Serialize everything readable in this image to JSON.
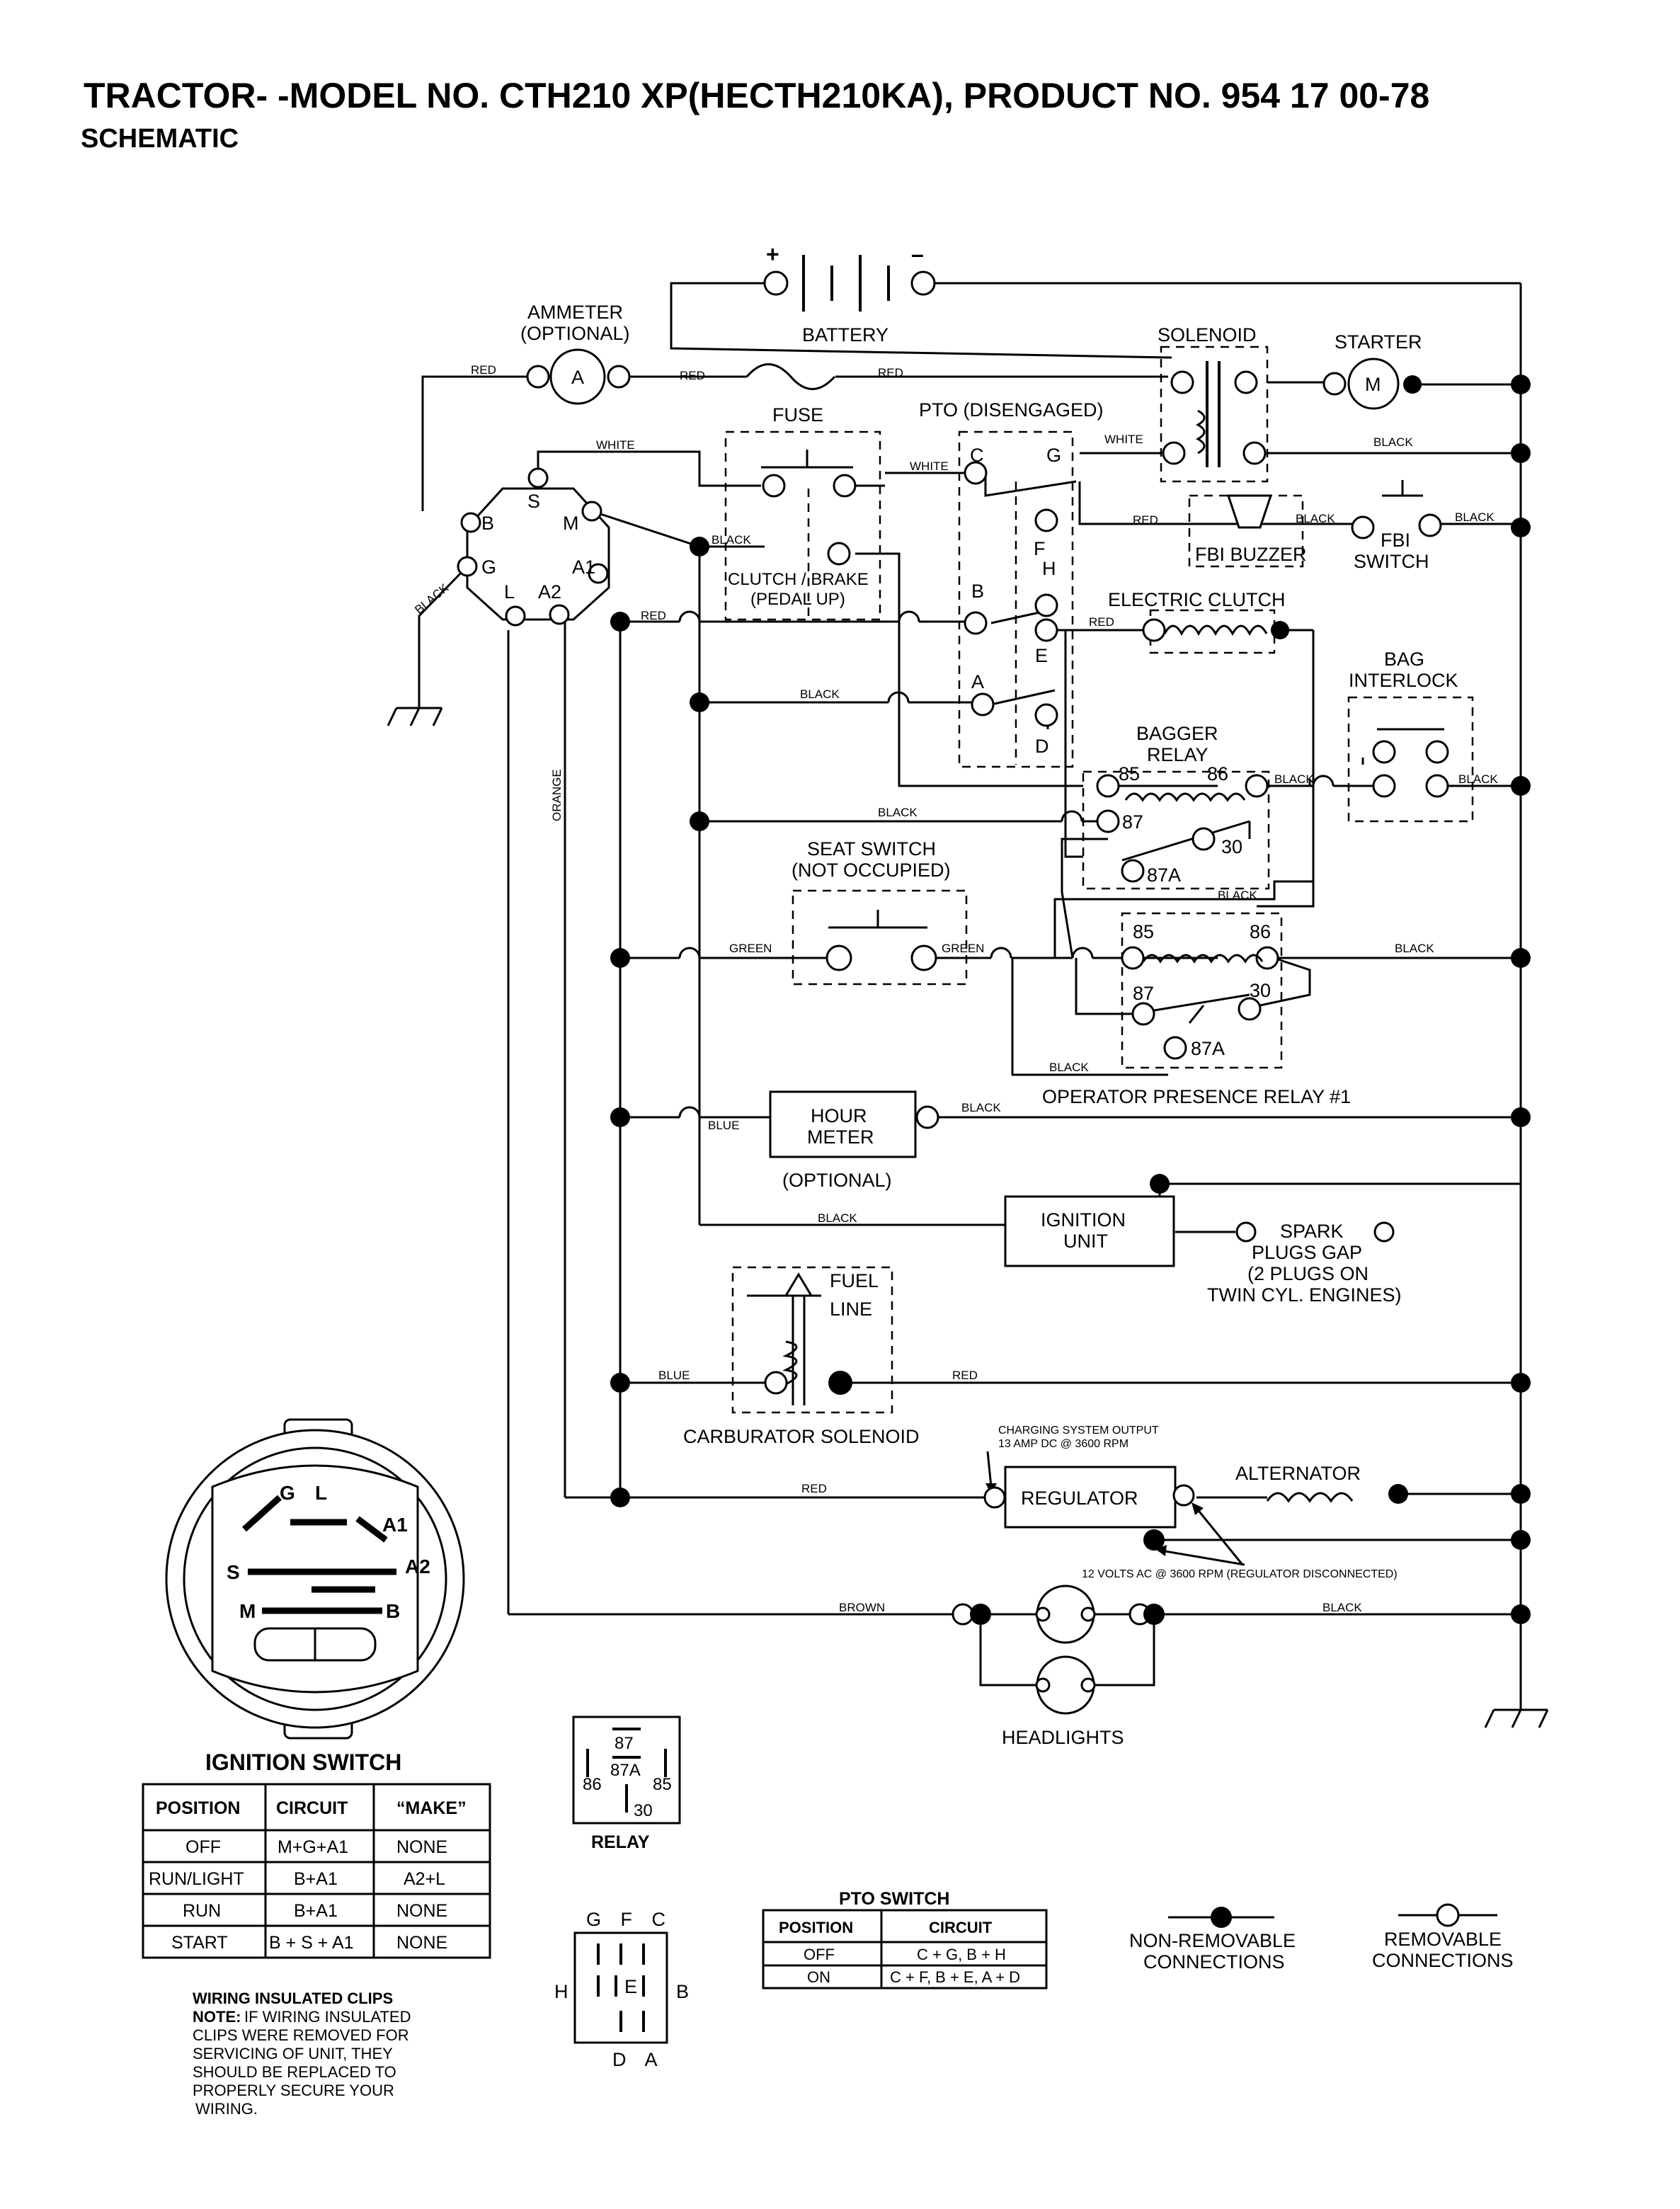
{
  "title": "TRACTOR- -MODEL NO. CTH210 XP(HECTH210KA), PRODUCT NO. 954 17 00-78",
  "subtitle": "SCHEMATIC",
  "components": {
    "battery": "BATTERY",
    "battery_plus": "+",
    "battery_minus": "–",
    "ammeter_1": "AMMETER",
    "ammeter_2": "(OPTIONAL)",
    "ammeter_symbol": "A",
    "fuse": "FUSE",
    "solenoid": "SOLENOID",
    "starter": "STARTER",
    "starter_symbol": "M",
    "pto": "PTO (DISENGAGED)",
    "clutch_brake_1": "CLUTCH / BRAKE",
    "clutch_brake_2": "(PEDAL UP)",
    "fbi_buzzer": "FBI BUZZER",
    "fbi_switch_1": "FBI",
    "fbi_switch_2": "SWITCH",
    "electric_clutch": "ELECTRIC CLUTCH",
    "bag_interlock_1": "BAG",
    "bag_interlock_2": "INTERLOCK",
    "bagger_relay_1": "BAGGER",
    "bagger_relay_2": "RELAY",
    "seat_switch_1": "SEAT SWITCH",
    "seat_switch_2": "(NOT OCCUPIED)",
    "operator_relay": "OPERATOR PRESENCE RELAY #1",
    "hour_meter_1": "HOUR",
    "hour_meter_2": "METER",
    "hour_meter_3": "(OPTIONAL)",
    "ignition_unit_1": "IGNITION",
    "ignition_unit_2": "UNIT",
    "spark_1": "SPARK",
    "spark_2": "PLUGS GAP",
    "spark_3": "(2 PLUGS ON",
    "spark_4": "TWIN CYL. ENGINES)",
    "fuel_line_1": "FUEL",
    "fuel_line_2": "LINE",
    "carb_solenoid": "CARBURATOR SOLENOID",
    "charging_1": "CHARGING SYSTEM OUTPUT",
    "charging_2": "13 AMP DC @ 3600 RPM",
    "regulator": "REGULATOR",
    "alternator": "ALTERNATOR",
    "regulator_note": "12 VOLTS AC @ 3600 RPM (REGULATOR DISCONNECTED)",
    "headlights": "HEADLIGHTS"
  },
  "terminals": {
    "pto": [
      "C",
      "G",
      "F",
      "H",
      "B",
      "E",
      "A",
      "D"
    ],
    "relay": [
      "85",
      "86",
      "87",
      "30",
      "87A"
    ],
    "ignition": [
      "S",
      "M",
      "B",
      "G",
      "A1",
      "L",
      "A2"
    ]
  },
  "wire_colors": {
    "red": "RED",
    "white": "WHITE",
    "black": "BLACK",
    "orange": "ORANGE",
    "green": "GREEN",
    "blue": "BLUE",
    "brown": "BROWN"
  },
  "ignition_switch": {
    "title": "IGNITION SWITCH",
    "face_labels": [
      "G",
      "L",
      "A1",
      "A2",
      "S",
      "M",
      "B"
    ],
    "headers": [
      "POSITION",
      "CIRCUIT",
      "“MAKE”"
    ],
    "rows": [
      [
        "OFF",
        "M+G+A1",
        "NONE"
      ],
      [
        "RUN/LIGHT",
        "B+A1",
        "A2+L"
      ],
      [
        "RUN",
        "B+A1",
        "NONE"
      ],
      [
        "START",
        "B + S + A1",
        "NONE"
      ]
    ]
  },
  "relay_key": {
    "caption": "RELAY",
    "pins": [
      "87",
      "87A",
      "86",
      "85",
      "30"
    ]
  },
  "pto_key": {
    "top": "G F C",
    "left": "H",
    "right": "B",
    "center": "E",
    "bottom": "D A"
  },
  "pto_switch": {
    "title": "PTO SWITCH",
    "headers": [
      "POSITION",
      "CIRCUIT"
    ],
    "rows": [
      [
        "OFF",
        "C + G, B + H"
      ],
      [
        "ON",
        "C + F, B + E, A + D"
      ]
    ]
  },
  "legend": {
    "non_removable_1": "NON-REMOVABLE",
    "non_removable_2": "CONNECTIONS",
    "removable_1": "REMOVABLE",
    "removable_2": "CONNECTIONS"
  },
  "note": {
    "heading": "WIRING INSULATED CLIPS",
    "label": "NOTE:",
    "lines": [
      "IF WIRING INSULATED",
      "CLIPS WERE REMOVED FOR",
      "SERVICING OF UNIT, THEY",
      "SHOULD BE REPLACED TO",
      "PROPERLY SECURE YOUR",
      "WIRING."
    ]
  }
}
